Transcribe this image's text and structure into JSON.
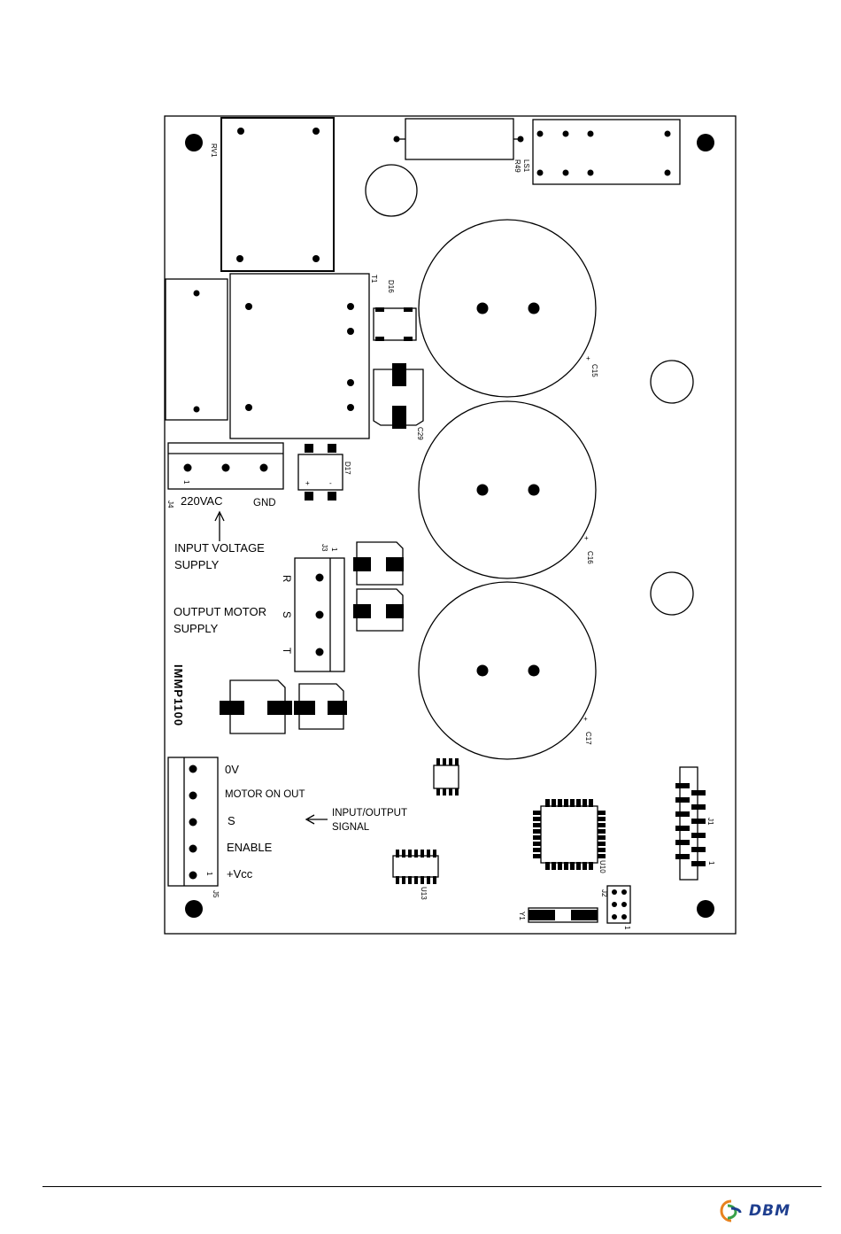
{
  "board": {
    "model": "IMMP1100",
    "refs": {
      "rv1": "RV1",
      "ls1": "LS1",
      "r49": "R49",
      "t1": "T1",
      "d16": "D16",
      "d17": "D17",
      "c15": "C15",
      "c16": "C16",
      "c17": "C17",
      "c29": "C29",
      "j1": "J1",
      "j2": "J2",
      "j3": "J3",
      "j4": "J4",
      "j5": "J5",
      "u10": "U10",
      "u13": "U13",
      "y1": "Y1"
    },
    "pins": {
      "j4_pin1": "1",
      "j3_pin1": "1",
      "j5_pin1": "1",
      "j1_pin1": "1",
      "j2_pin1": "1"
    },
    "polarity": {
      "plus": "+",
      "minus": "-"
    },
    "j4": {
      "voltage": "220VAC",
      "gnd": "GND"
    },
    "j3": {
      "r": "R",
      "s": "S",
      "t": "T"
    },
    "j5": {
      "pin_0v": "0V",
      "motor_on_out": "MOTOR ON OUT",
      "s": "S",
      "enable": "ENABLE",
      "vcc": "+Vcc"
    },
    "annotations": {
      "input_voltage_line1": "INPUT VOLTAGE",
      "input_voltage_line2": "SUPPLY",
      "output_motor_line1": "OUTPUT MOTOR",
      "output_motor_line2": "SUPPLY",
      "io_signal_line1": "INPUT/OUTPUT",
      "io_signal_line2": "SIGNAL"
    }
  },
  "footer": {
    "brand": "DBM"
  },
  "colors": {
    "ink": "#000000",
    "brand_blue": "#1f3f8f",
    "brand_orange": "#e8821e",
    "brand_green": "#3aa14a"
  }
}
